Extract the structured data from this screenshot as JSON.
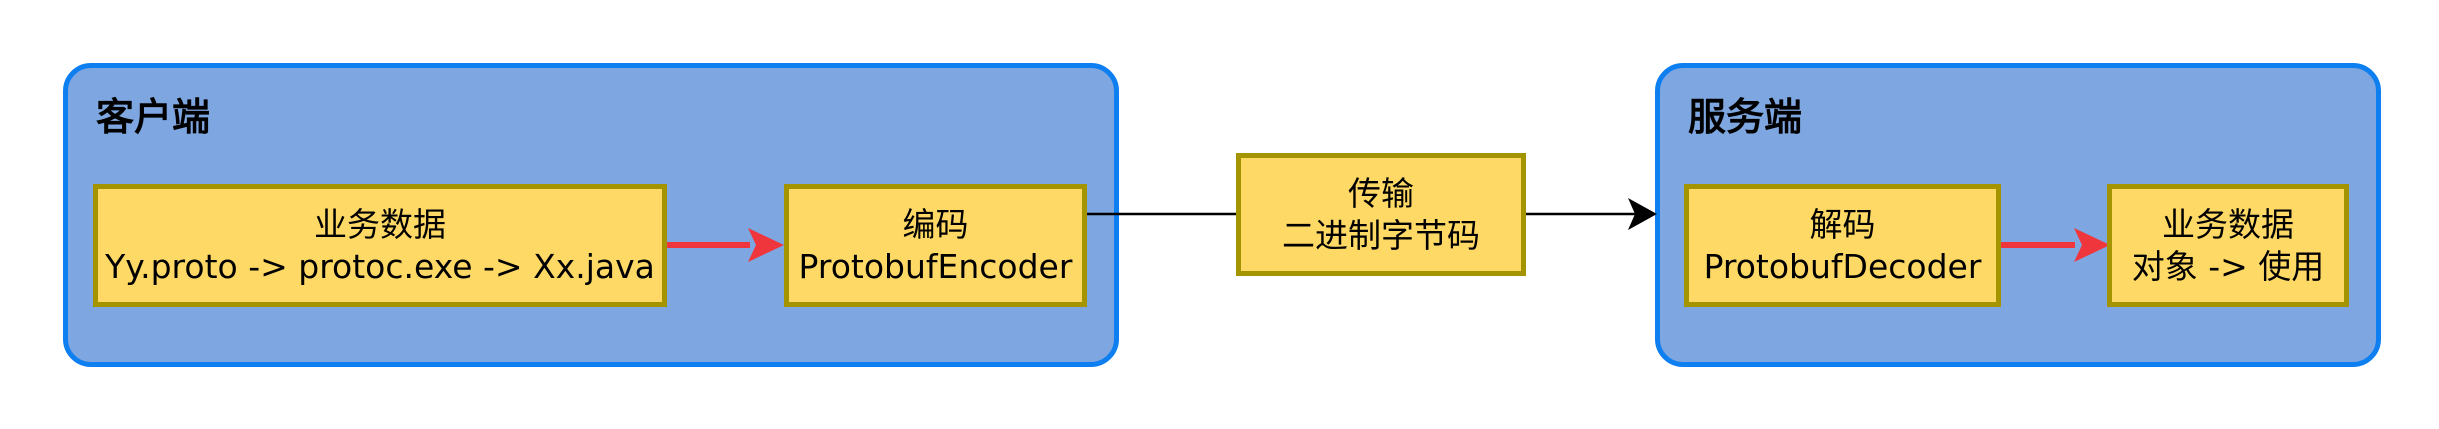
{
  "client": {
    "title": "客户端",
    "business": {
      "line1": "业务数据",
      "line2": "Yy.proto -> protoc.exe -> Xx.java"
    },
    "encode": {
      "line1": "编码",
      "line2": "ProtobufEncoder"
    }
  },
  "transport": {
    "line1": "传输",
    "line2": "二进制字节码"
  },
  "server": {
    "title": "服务端",
    "decode": {
      "line1": "解码",
      "line2": "ProtobufDecoder"
    },
    "business": {
      "line1": "业务数据",
      "line2": "对象 -> 使用"
    }
  },
  "colors": {
    "group_fill": "#7ea6e0",
    "group_border": "#0d7ff0",
    "box_fill": "#ffd966",
    "box_border": "#a39400",
    "red_arrow": "#f0363d",
    "black_arrow": "#000000"
  }
}
